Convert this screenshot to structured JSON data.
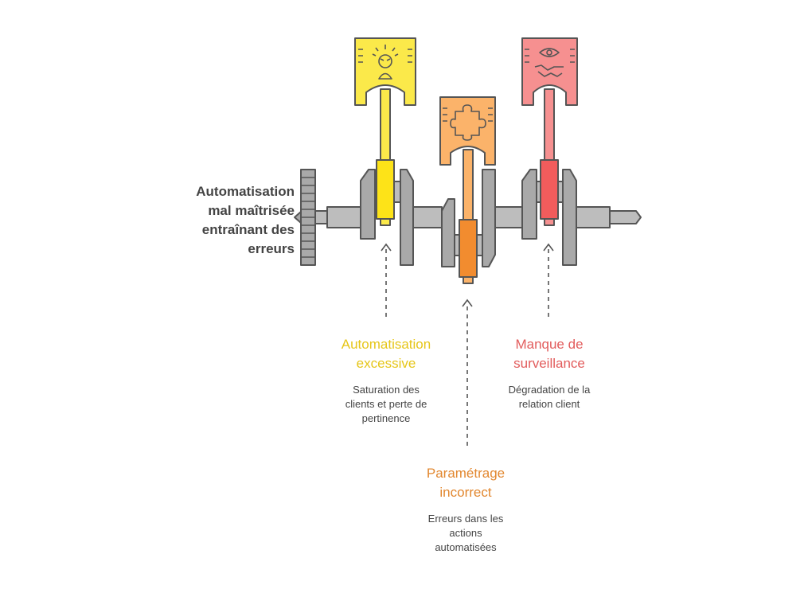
{
  "main_label": {
    "line1": "Automatisation",
    "line2": "mal maîtrisée",
    "line3": "entraînant des",
    "line4": "erreurs"
  },
  "causes": [
    {
      "title_line1": "Automatisation",
      "title_line2": "excessive",
      "desc_line1": "Saturation des",
      "desc_line2": "clients et perte de",
      "desc_line3": "pertinence",
      "color": "#e6c619",
      "piston_color": "#fbe94a",
      "icon": "stressed-person-icon"
    },
    {
      "title_line1": "Paramétrage",
      "title_line2": "incorrect",
      "desc_line1": "Erreurs dans les",
      "desc_line2": "actions",
      "desc_line3": "automatisées",
      "color": "#e2872f",
      "piston_color": "#fbb36a",
      "icon": "puzzle-piece-icon"
    },
    {
      "title_line1": "Manque de",
      "title_line2": "surveillance",
      "desc_line1": "Dégradation de la",
      "desc_line2": "relation client",
      "desc_line3": "",
      "color": "#e25c5c",
      "piston_color": "#f69090",
      "icon": "eye-handshake-icon"
    }
  ]
}
